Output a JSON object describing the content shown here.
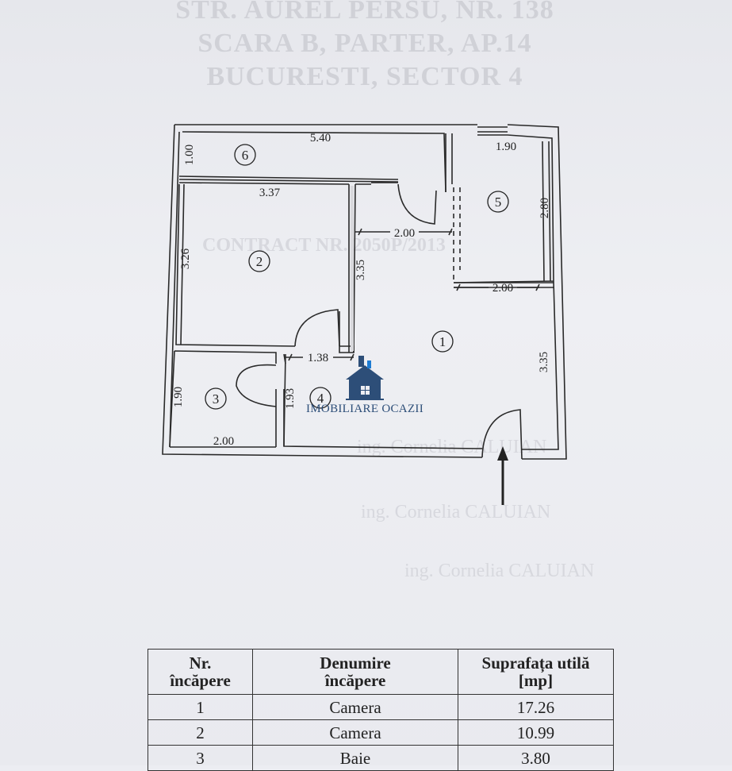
{
  "header": {
    "lines": [
      "STR. AUREL PERSU, NR. 138",
      "SCARA B, PARTER, AP.14",
      "BUCURESTI, SECTOR 4"
    ]
  },
  "watermarks": {
    "contract": "CONTRACT NR. 2050P/2013",
    "signature_1": "ing. Cornelia CALUIAN",
    "signature_2": "ing. Cornelia CALUIAN",
    "signature_3": "ing. Cornelia CALUIAN"
  },
  "floor_plan": {
    "rooms": [
      {
        "number": "1"
      },
      {
        "number": "2"
      },
      {
        "number": "3"
      },
      {
        "number": "4"
      },
      {
        "number": "5"
      },
      {
        "number": "6"
      }
    ],
    "dimensions": {
      "room6_length": "5.40",
      "room6_width": "1.00",
      "room2_length": "3.37",
      "room2_width": "3.26",
      "room5_width": "1.90",
      "room5_length": "2.80",
      "hall_width": "2.00",
      "room5_bottom": "2.00",
      "room1_wall": "3.35",
      "room1_right": "3.35",
      "room4_width": "1.38",
      "room4_length": "1.93",
      "room3_height": "1.90",
      "room3_width": "2.00"
    },
    "entrance_arrow": "up-arrow-icon"
  },
  "logo": {
    "text": "IMOBILIARE OCAZII",
    "icon": "house-icon",
    "color": "#2d4e78"
  },
  "table": {
    "headers": [
      [
        "Nr.",
        "încăpere"
      ],
      [
        "Denumire",
        "încăpere"
      ],
      [
        "Suprafața utilă",
        "[mp]"
      ]
    ],
    "rows": [
      {
        "nr": "1",
        "name": "Camera",
        "area": "17.26"
      },
      {
        "nr": "2",
        "name": "Camera",
        "area": "10.99"
      },
      {
        "nr": "3",
        "name": "Baie",
        "area": "3.80"
      }
    ]
  }
}
